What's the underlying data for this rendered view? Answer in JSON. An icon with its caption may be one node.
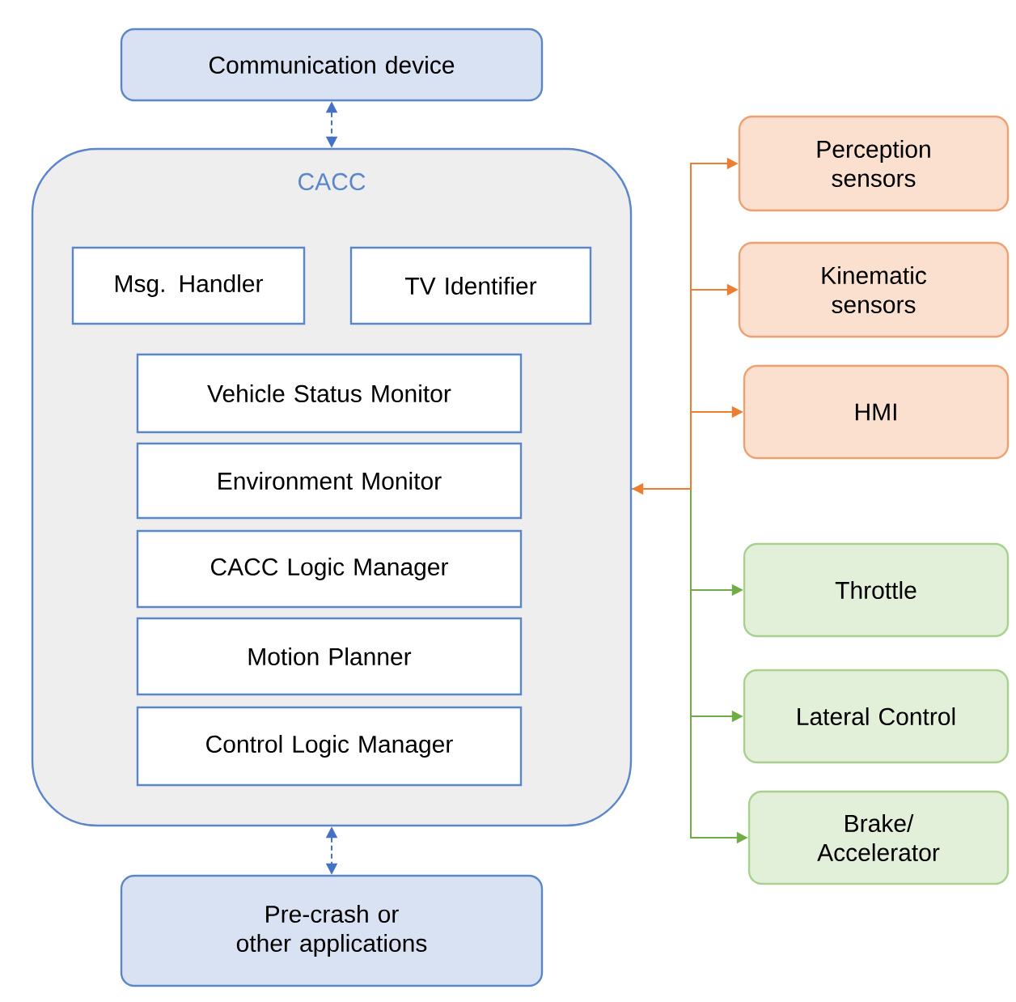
{
  "diagram": {
    "nodes": [
      {
        "text": [
          "Communication device"
        ]
      },
      {
        "text": [
          "CACC"
        ]
      },
      {
        "text": [
          "Msg. Handler"
        ],
        "in": 1
      },
      {
        "text": [
          "TV Identifier"
        ],
        "in": 1
      },
      {
        "text": [
          "Vehicle Status Monitor"
        ],
        "in": 1
      },
      {
        "text": [
          "Environment Monitor"
        ],
        "in": 1
      },
      {
        "text": [
          "CACC Logic Manager"
        ],
        "in": 1
      },
      {
        "text": [
          "Motion Planner"
        ],
        "in": 1
      },
      {
        "text": [
          "Control Logic Manager"
        ],
        "in": 1
      },
      {
        "text": [
          "Pre-crash or other applications"
        ]
      },
      {
        "text": [
          "Perception sensors"
        ]
      },
      {
        "text": [
          "Kinematic sensors"
        ]
      },
      {
        "text": [
          "HMI"
        ]
      },
      {
        "text": [
          "Throttle"
        ]
      },
      {
        "text": [
          "Lateral Control"
        ]
      },
      {
        "text": [
          "Brake/ Accelerator"
        ]
      }
    ],
    "edges": [
      {
        "from": 0,
        "to": 1,
        "arrow": "both",
        "style": "dashed",
        "color": "#4472c4"
      },
      {
        "from": 1,
        "to": 9,
        "arrow": "both",
        "style": "dashed",
        "color": "#4472c4"
      },
      {
        "from": 1,
        "to": 10,
        "arrow": "both",
        "color": "#ed7d31"
      },
      {
        "from": 1,
        "to": 11,
        "arrow": "both",
        "color": "#ed7d31"
      },
      {
        "from": 1,
        "to": 12,
        "arrow": "both",
        "color": "#ed7d31"
      },
      {
        "from": 1,
        "to": 13,
        "arrow": "to",
        "color": "#70ad47"
      },
      {
        "from": 1,
        "to": 14,
        "arrow": "to",
        "color": "#70ad47"
      },
      {
        "from": 1,
        "to": 15,
        "arrow": "to",
        "color": "#70ad47"
      }
    ]
  }
}
